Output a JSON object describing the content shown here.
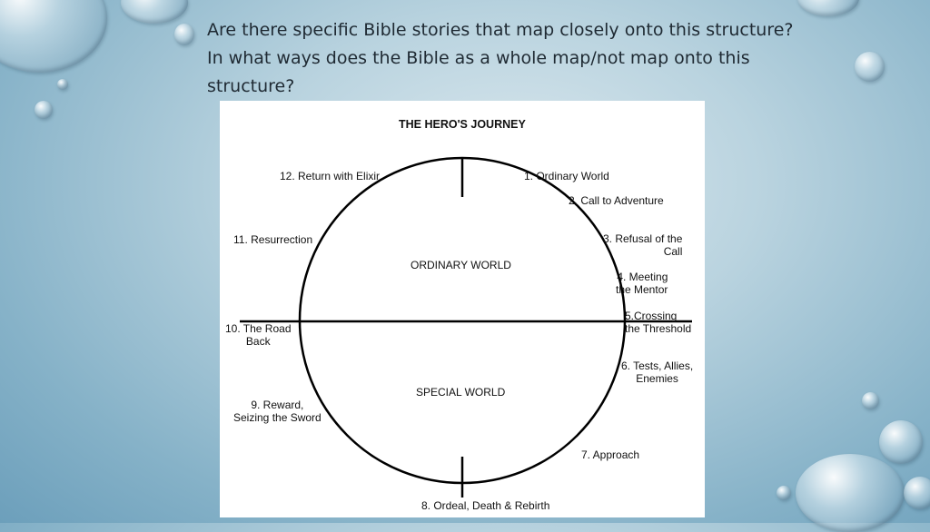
{
  "slide": {
    "question_line1": "Are there specific Bible stories that map closely onto this structure?",
    "question_line2": "In what ways does the Bible as a whole map/not map onto this",
    "question_line3": "structure?"
  },
  "diagram": {
    "title": "THE HERO'S JOURNEY",
    "upper_region": "ORDINARY WORLD",
    "lower_region": "SPECIAL WORLD",
    "stages": {
      "s1": "1.  Ordinary World",
      "s2": "2. Call to Adventure",
      "s3a": "3. Refusal of the",
      "s3b": "Call",
      "s4a": "4. Meeting",
      "s4b": "the Mentor",
      "s5a": "5.Crossing",
      "s5b": "the Threshold",
      "s6a": "6. Tests, Allies,",
      "s6b": "Enemies",
      "s7": "7. Approach",
      "s8": "8. Ordeal, Death & Rebirth",
      "s9a": "9. Reward,",
      "s9b": "Seizing the Sword",
      "s10a": "10. The Road",
      "s10b": "Back",
      "s11": "11. Resurrection",
      "s12": "12. Return with Elixir"
    }
  }
}
